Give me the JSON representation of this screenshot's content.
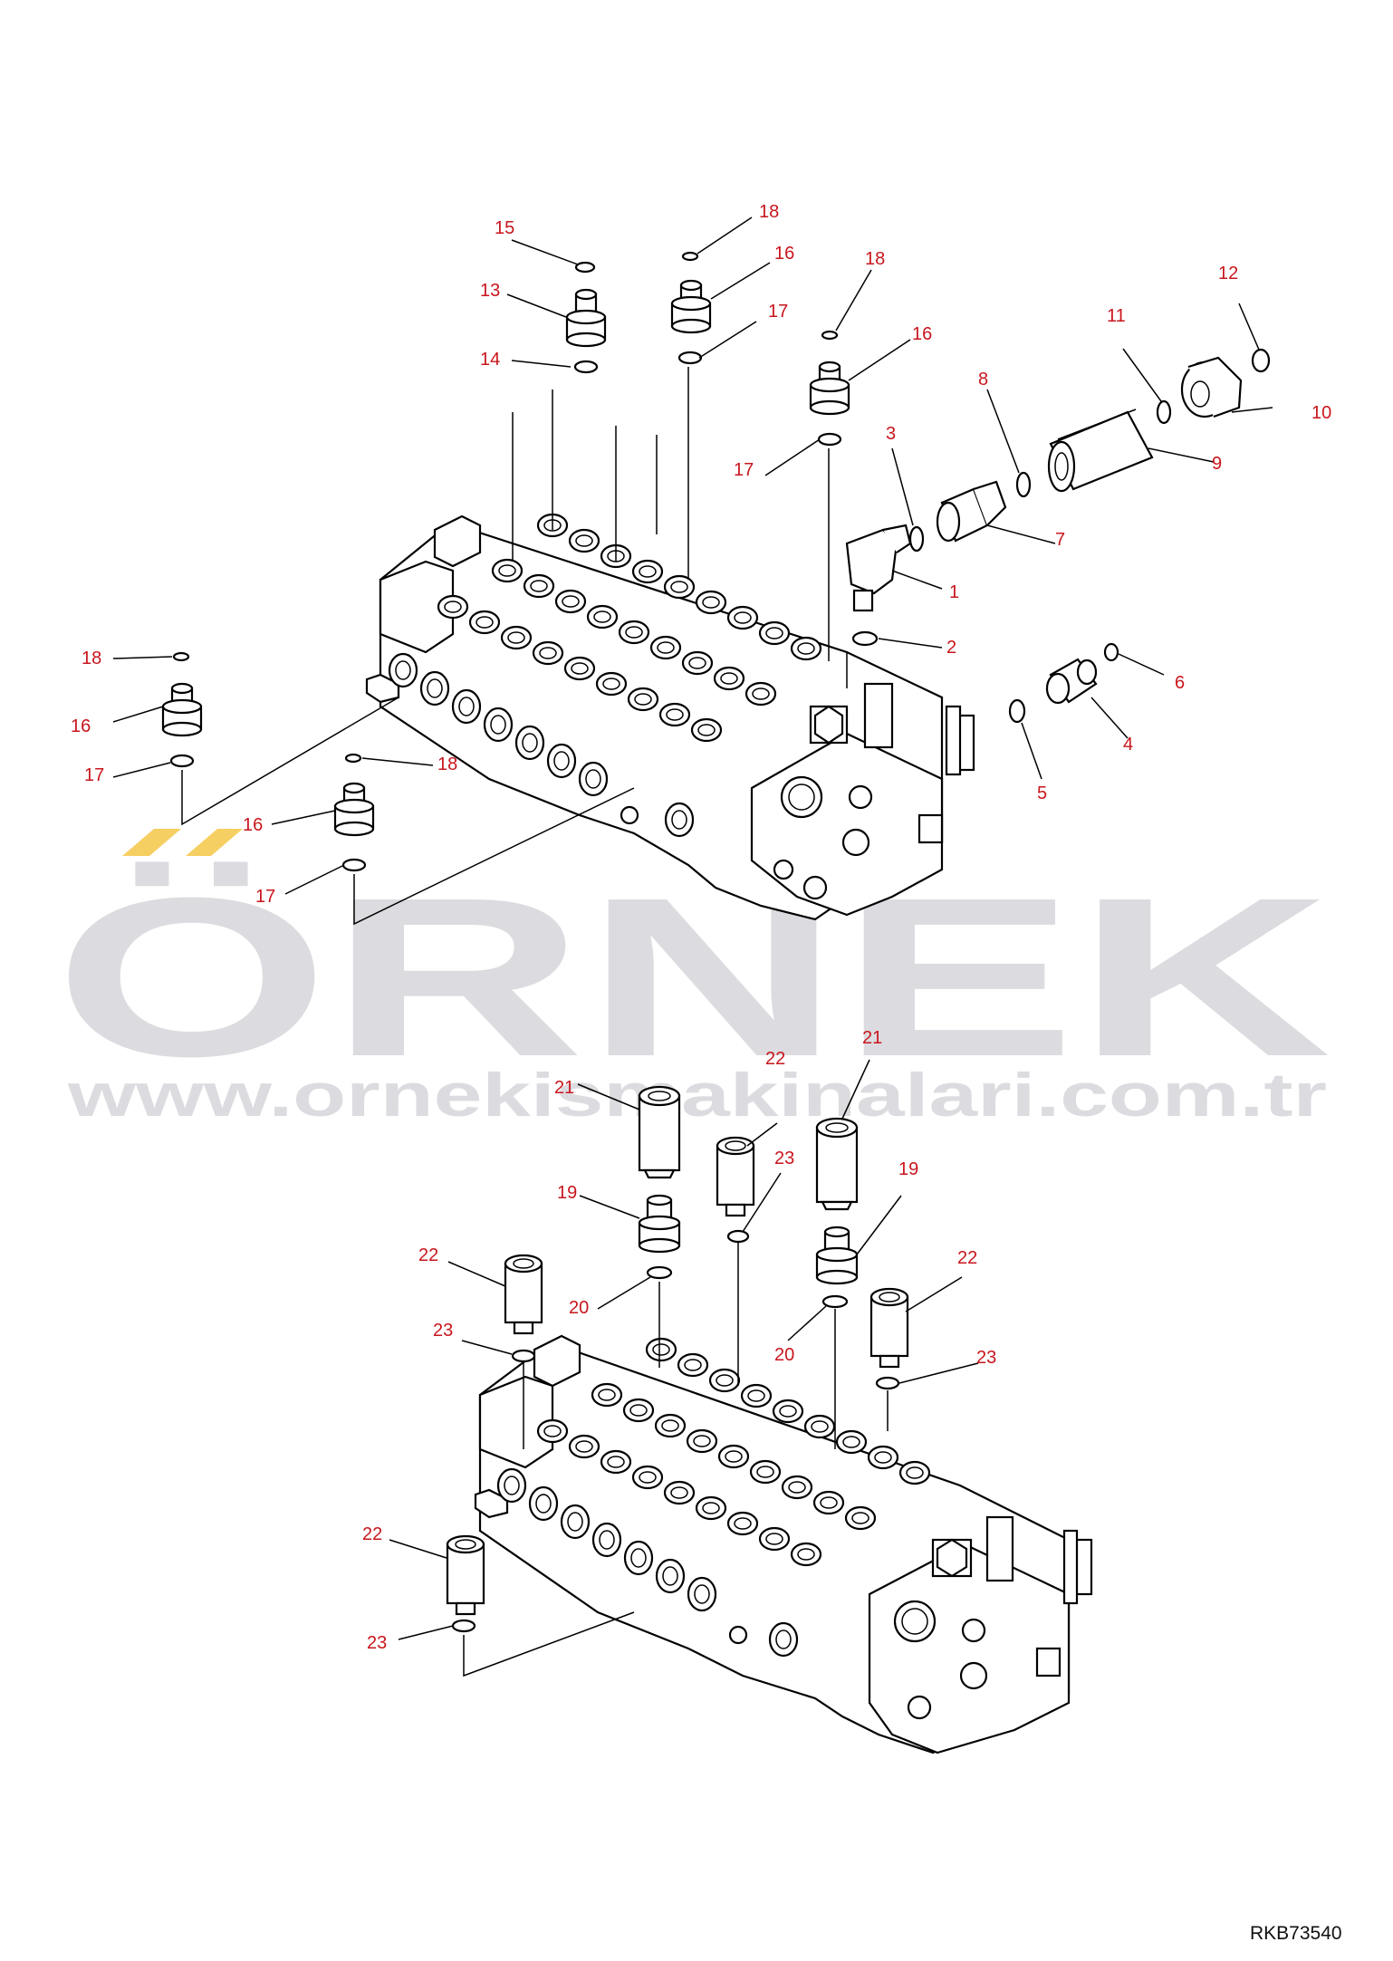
{
  "drawing_code": "RKB73540",
  "watermark": {
    "brand": "ÖRNEK",
    "url": "www.ornekismakinalari.com.tr",
    "accent_color": "#f6cf63",
    "text_color": "#dcdce0"
  },
  "callout_color": "#c8161d",
  "callouts": {
    "c1": "1",
    "c2": "2",
    "c3": "3",
    "c4": "4",
    "c5": "5",
    "c6": "6",
    "c7": "7",
    "c8": "8",
    "c9": "9",
    "c10": "10",
    "c11": "11",
    "c12": "12",
    "c13": "13",
    "c14": "14",
    "c15": "15",
    "c16a": "16",
    "c16b": "16",
    "c16c": "16",
    "c16d": "16",
    "c17a": "17",
    "c17b": "17",
    "c17c": "17",
    "c17d": "17",
    "c18a": "18",
    "c18b": "18",
    "c18c": "18",
    "c18d": "18",
    "c19a": "19",
    "c19b": "19",
    "c20a": "20",
    "c20b": "20",
    "c21a": "21",
    "c21b": "21",
    "c22a": "22",
    "c22b": "22",
    "c22c": "22",
    "c22d": "22",
    "c23a": "23",
    "c23b": "23",
    "c23c": "23",
    "c23d": "23"
  }
}
